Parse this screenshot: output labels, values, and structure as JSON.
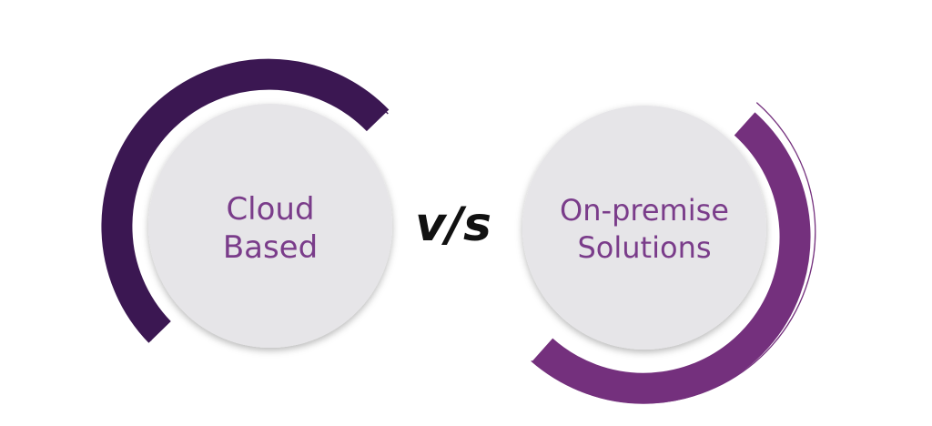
{
  "left": {
    "line1": "Cloud",
    "line2": "Based",
    "arc_color": "#3b1752",
    "text_color": "#7a3c8a",
    "circle_fill": "#e6e5e8"
  },
  "separator": {
    "text": "v/s",
    "color": "#111111"
  },
  "right": {
    "line1": "On-premise",
    "line2": "Solutions",
    "arc_color": "#74307d",
    "text_color": "#7a3c8a",
    "circle_fill": "#e6e5e8"
  }
}
